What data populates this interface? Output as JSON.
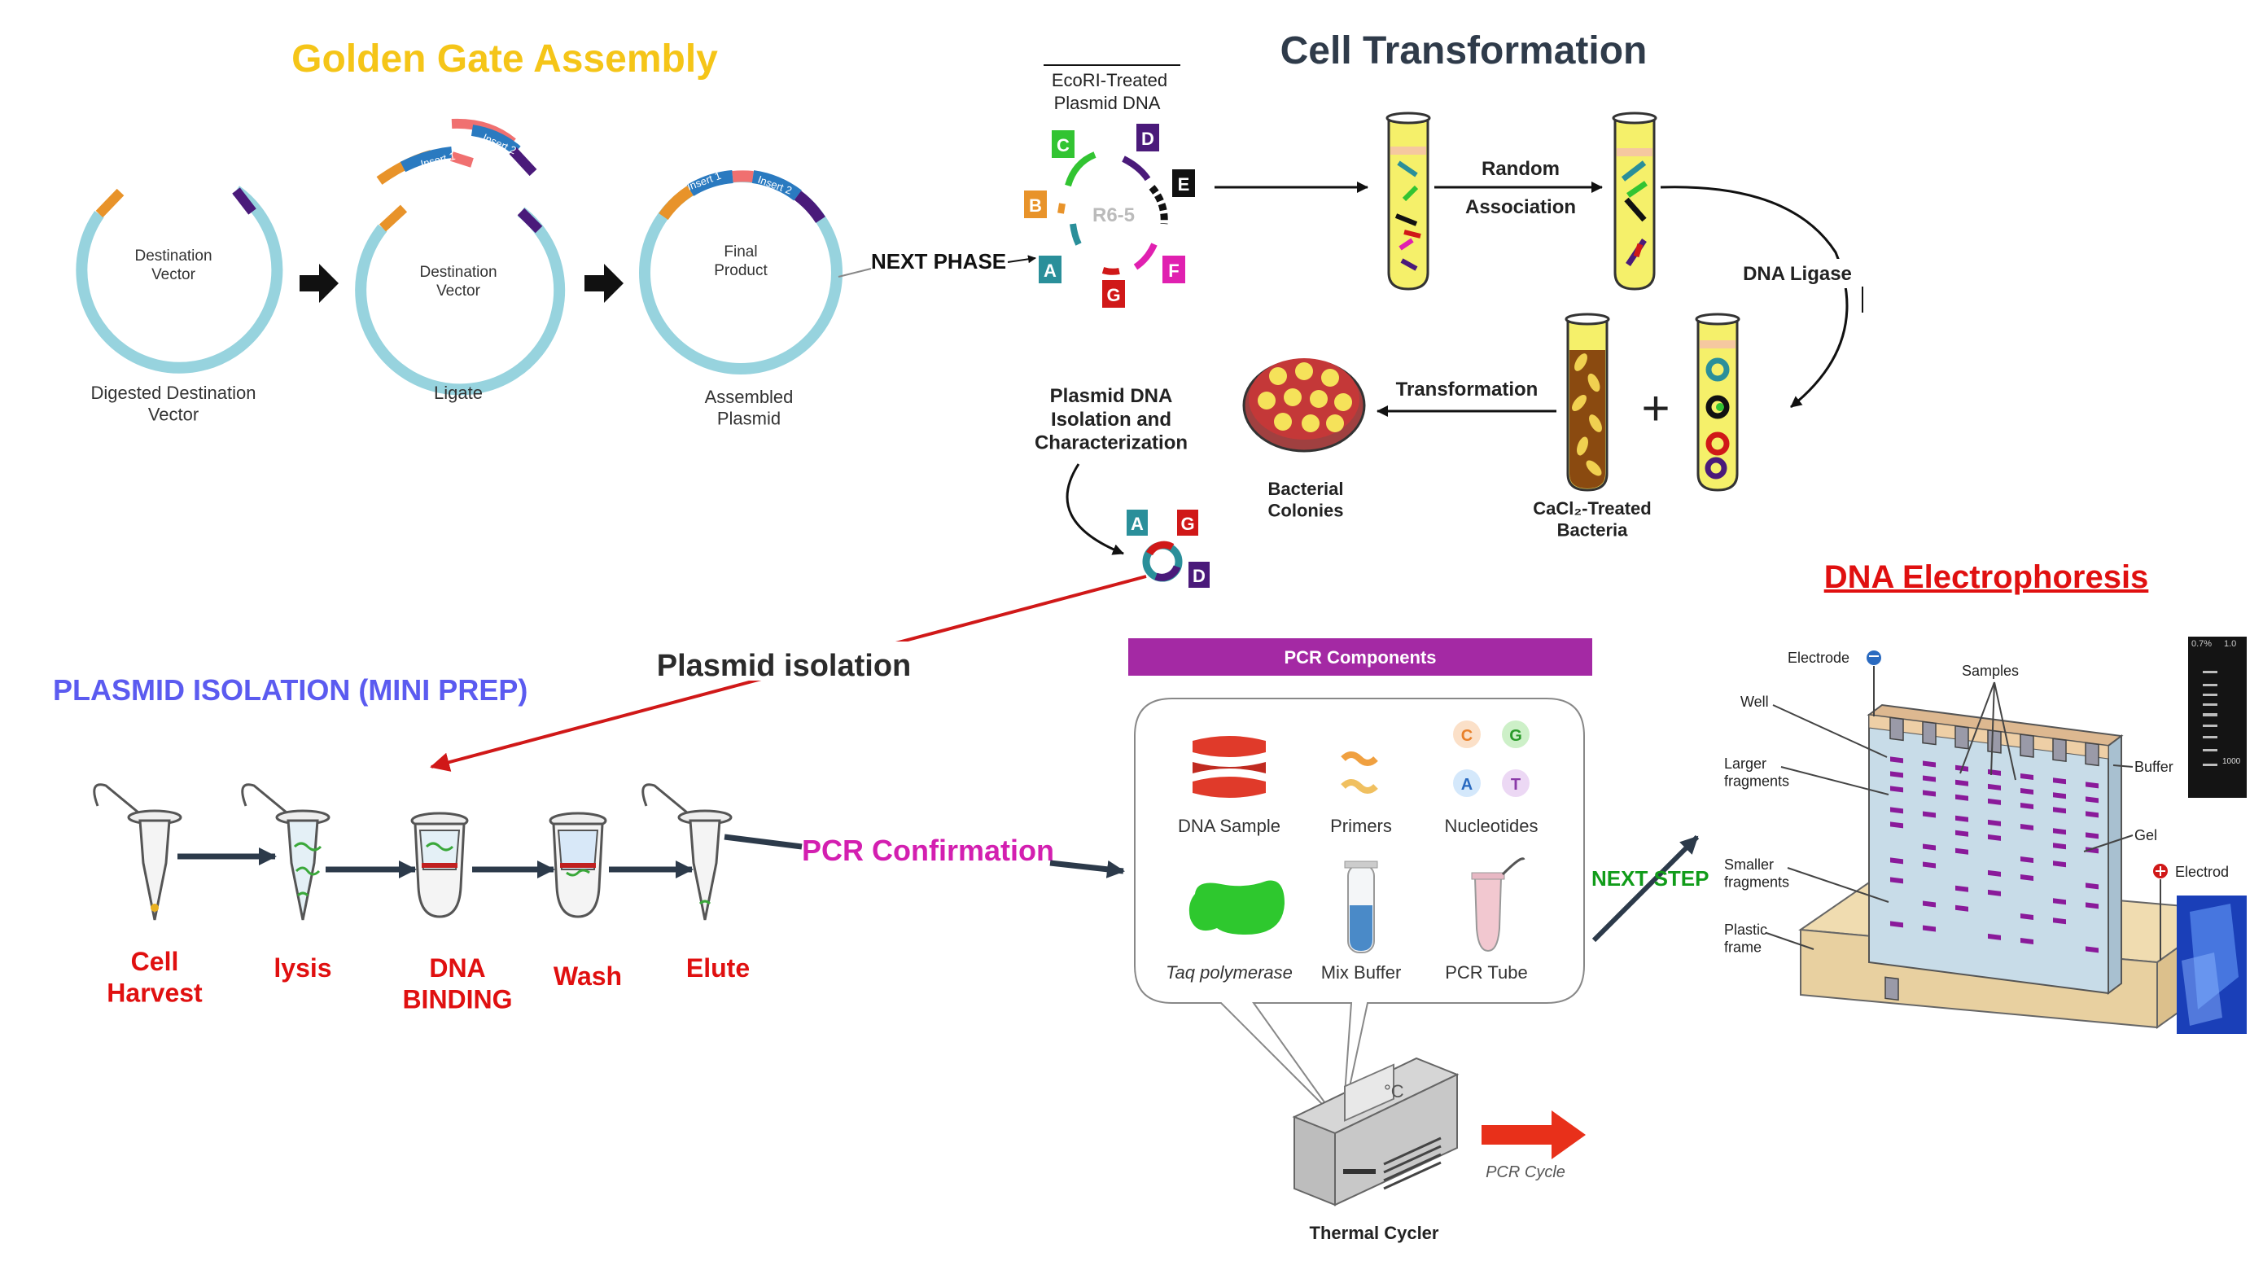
{
  "titles": {
    "golden_gate": "Golden Gate Assembly",
    "cell_transformation": "Cell Transformation",
    "plasmid_isolation_miniprep": "PLASMID ISOLATION (MINI PREP)",
    "dna_electrophoresis": "DNA  Electrophoresis"
  },
  "colors": {
    "golden_gate": "#f5c518",
    "cell_transformation": "#2f3b4a",
    "miniprep": "#5b5bf0",
    "electrophoresis": "#e01010",
    "step_labels": "#e01010",
    "pcr_confirmation": "#d31fb0",
    "next_step": "#119c1a",
    "pcr_header": "#a429a4",
    "plasmid_ring": "#97d3de"
  },
  "golden_gate": {
    "plasmid1": {
      "center": "Destination\nVector",
      "caption": "Digested Destination\nVector"
    },
    "plasmid2": {
      "center": "Destination\nVector",
      "caption": "Ligate",
      "insert1": "Insert 1",
      "insert2": "Insert 2"
    },
    "plasmid3": {
      "center": "Final\nProduct",
      "caption": "Assembled\nPlasmid",
      "insert1": "Insert 1",
      "insert2": "Insert 2"
    },
    "next_phase": "NEXT PHASE"
  },
  "cell_transformation": {
    "ecori_label_line1": "EcoRI-Treated",
    "ecori_label_line2": "Plasmid DNA",
    "ring_label": "R6-5",
    "fragments": [
      "C",
      "D",
      "B",
      "E",
      "A",
      "F",
      "G"
    ],
    "random_line1": "Random",
    "random_line2": "Association",
    "dna_ligase": "DNA Ligase",
    "transformation": "Transformation",
    "plus": "+",
    "cacl2": "CaCl₂-Treated\nBacteria",
    "bacterial_colonies": "Bacterial\nColonies",
    "plasmid_dna_isolation": "Plasmid DNA\nIsolation and\nCharacterization",
    "final_fragments": [
      "A",
      "G",
      "D"
    ]
  },
  "plasmid_isolation_label": "Plasmid isolation",
  "miniprep": {
    "steps": [
      "Cell\nHarvest",
      "lysis",
      "DNA\nBINDING",
      "Wash",
      "Elute"
    ]
  },
  "pcr_confirmation": "PCR Confirmation",
  "pcr_components": {
    "header": "PCR Components",
    "items": [
      "DNA Sample",
      "Primers",
      "Nucleotides",
      "Taq polymerase",
      "Mix Buffer",
      "PCR Tube"
    ],
    "nucleotides": [
      "C",
      "G",
      "A",
      "T"
    ],
    "thermal_cycler": "Thermal Cycler",
    "pcr_cycle": "PCR Cycle",
    "display": "°C"
  },
  "next_step": "NEXT STEP",
  "electrophoresis": {
    "labels": {
      "electrode_neg": "Electrode",
      "samples": "Samples",
      "well": "Well",
      "larger": "Larger\nfragments",
      "smaller": "Smaller\nfragments",
      "plastic": "Plastic\nframe",
      "buffer": "Buffer",
      "gel": "Gel",
      "electrode_pos": "Electrod"
    },
    "gel_photo_labels": [
      "0.7%",
      "1.0",
      "1000"
    ]
  }
}
